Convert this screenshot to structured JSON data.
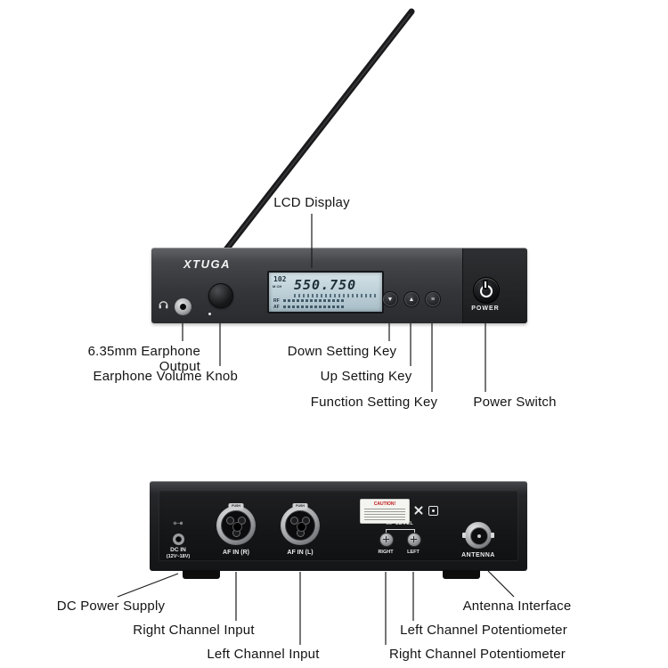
{
  "brand": "XTUGA",
  "front": {
    "lcd": {
      "channel": "102",
      "channel_sub": "M CH",
      "frequency": "550.750",
      "rf_label": "RF",
      "af_label": "AF"
    },
    "keys": {
      "down_glyph": "▼",
      "up_glyph": "▲",
      "function_glyph": "≡"
    },
    "power_label": "POWER"
  },
  "rear": {
    "polarity": "⊖–⊕",
    "dc_label": "DC IN",
    "dc_range": "(12V~18V)",
    "push": "PUSH",
    "af_in_right": "AF IN (R)",
    "af_in_left": "AF IN (L)",
    "caution": "CAUTION!",
    "af_level": "AF LEVEL",
    "right_label": "RIGHT",
    "left_label": "LEFT",
    "antenna_label": "ANTENNA"
  },
  "callouts": {
    "lcd": "LCD Display",
    "earphone_output": "6.35mm Earphone Output",
    "volume_knob": "Earphone Volume Knob",
    "down_key": "Down Setting Key",
    "up_key": "Up Setting Key",
    "function_key": "Function Setting Key",
    "power_switch": "Power Switch",
    "dc_power": "DC Power Supply",
    "right_input": "Right Channel Input",
    "left_input": "Left Channel Input",
    "antenna_interface": "Antenna Interface",
    "left_pot": "Left Channel Potentiometer",
    "right_pot": "Right Channel Potentiometer"
  }
}
